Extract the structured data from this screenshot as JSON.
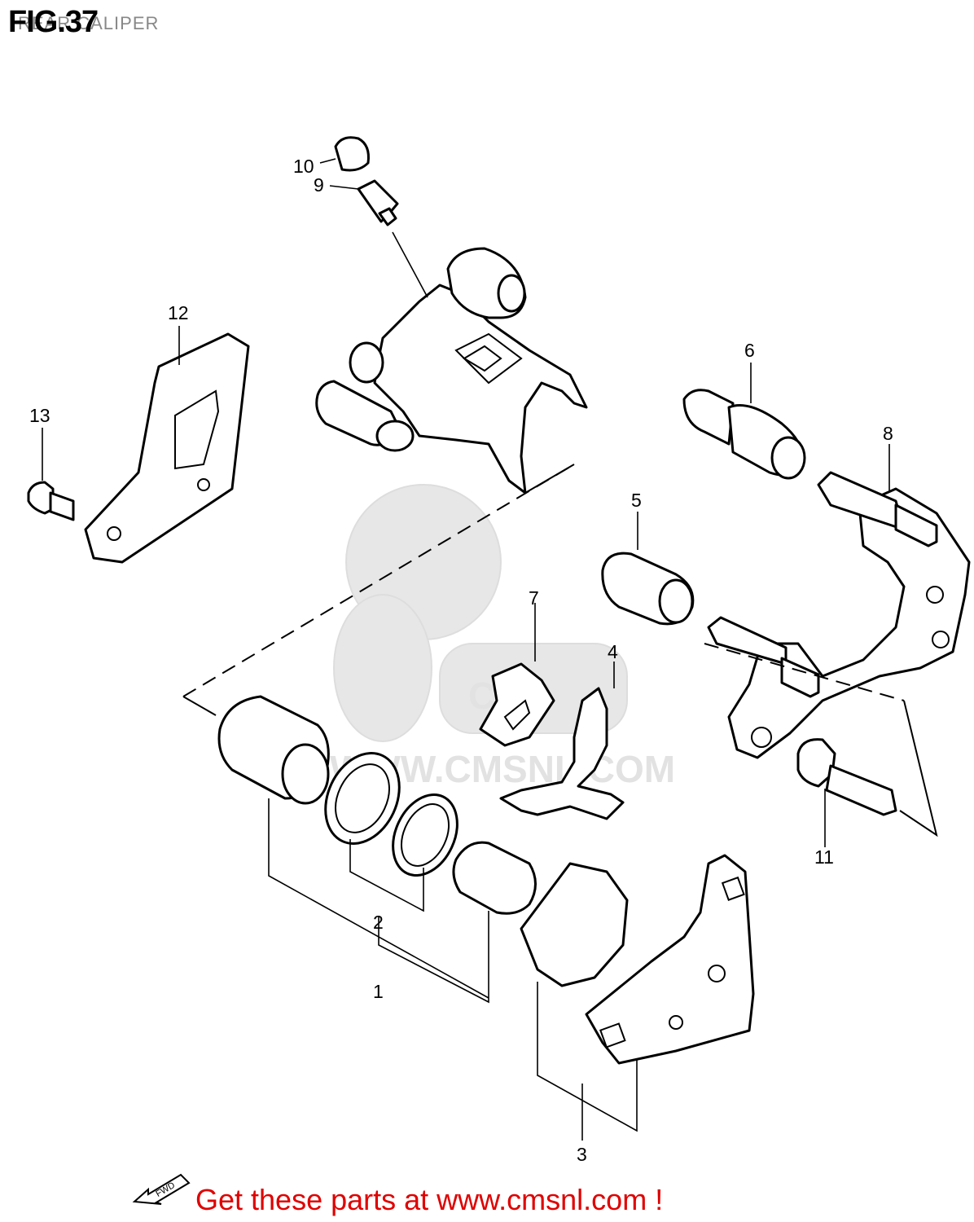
{
  "header": {
    "figure_number": "FIG.37",
    "subtitle": "REAR CALIPER"
  },
  "callouts": [
    "1",
    "2",
    "3",
    "4",
    "5",
    "6",
    "7",
    "8",
    "9",
    "10",
    "11",
    "12",
    "13"
  ],
  "watermark": {
    "text": "WWW.CMSNL.COM",
    "logo_text": "CMS"
  },
  "direction_arrow": {
    "label": "FWD"
  },
  "footer": {
    "text": "Get these parts at www.cmsnl.com !"
  },
  "colors": {
    "footer": "#e00000",
    "line": "#000000",
    "watermark": "#d0d0d0"
  }
}
